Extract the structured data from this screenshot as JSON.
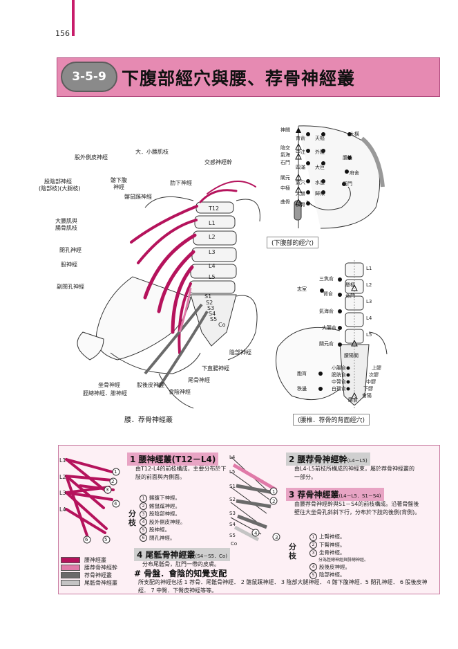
{
  "page": {
    "number": "156"
  },
  "header": {
    "badge": "3-5-9",
    "title": "下腹部經穴與腰、荐骨神經叢"
  },
  "colors": {
    "accent": "#c81c6a",
    "banner": "#e68ab2",
    "badge": "#8a8a8a",
    "panel": "#fdf0f5"
  },
  "main_figure": {
    "labels": {
      "lat_fem_cut": "股外側皮神經",
      "psoas": "大．小腰肌枝",
      "sympathetic": "交感神經幹",
      "genitofem1": "股陰部神經",
      "genitofem2": "(陰部枝)(大腿枝)",
      "ilioing1": "髂下腹",
      "ilioing2": "神經",
      "ilioinguinal": "髂鼠蹊神經",
      "subcostal": "肋下神經",
      "iliopsoas1": "大腰肌與",
      "iliopsoas2": "腸骨肌枝",
      "obturator": "閉孔神經",
      "femoral": "股神經",
      "acc_obturator": "副閉孔神經",
      "pudendal": "陰部神經",
      "inf_rectal": "下直腸神經",
      "coccygeal": "尾骨神經",
      "sciatic": "坐骨神經",
      "tibial_peroneal": "脛總神經．腓神經",
      "post_fem_cut": "股後皮神經",
      "perineal": "會陰神經"
    },
    "vertebrae": [
      "T12",
      "L1",
      "L2",
      "L3",
      "L4",
      "L5"
    ],
    "sacral": [
      "S1",
      "S2",
      "S3",
      "S4",
      "S5",
      "Co"
    ],
    "caption": "腰．荐骨神經叢"
  },
  "top_right": {
    "points_left": [
      "神闕",
      "陰交",
      "氣海",
      "石門",
      "關元",
      "中極",
      "曲骨"
    ],
    "points_mid": [
      "育俞",
      "中注",
      "四滿",
      "氣穴",
      "大赫",
      "橫骨"
    ],
    "points_mid2": [
      "天樞",
      "外陵",
      "大巨",
      "水道",
      "歸來"
    ],
    "points_right": [
      "大橫",
      "腹結",
      "府舍",
      "衝門"
    ],
    "caption": "(下腹部的經穴)"
  },
  "back_figure": {
    "points": [
      "三焦俞",
      "腎俞",
      "志室",
      "氣海俞",
      "大腸俞",
      "關元俞",
      "腰陽關",
      "命門",
      "懸樞",
      "小腸俞",
      "膀胱俞",
      "中膂俞",
      "白環俞",
      "胞肓",
      "秩邊",
      "腰俞",
      "上髎",
      "次髎",
      "中髎",
      "下髎",
      "會陽"
    ],
    "vertebrae": [
      "L1",
      "L2",
      "L3",
      "L4",
      "L5"
    ],
    "caption": "(腰椎．荐骨的背面經穴)"
  },
  "bottom": {
    "fig_labels": [
      "L1",
      "L2",
      "L3",
      "L4"
    ],
    "fig_numbers": [
      "1",
      "2",
      "3",
      "4",
      "5",
      "6"
    ],
    "right_fig_labels": [
      "L4",
      "L5",
      "S1",
      "S2",
      "S3",
      "S4",
      "S5",
      "Co"
    ],
    "right_fig_numbers": [
      "1",
      "2",
      "3",
      "4"
    ],
    "s1": {
      "title": "1 腰神經叢(T12－L4)",
      "desc": "由T12-L4的前枝構成，主要分布於下肢的前面與內側面。"
    },
    "s1_branches": [
      "髂腹下神經。",
      "髂鼠蹊神經。",
      "股陰部神經。",
      "股外側皮神經。",
      "股神經。",
      "閉孔神經。"
    ],
    "fenzhi": "分枝",
    "s2": {
      "title": "2 腰荐骨神經幹",
      "small": "(L4－L5)",
      "desc": "由L4-L5前枝所構成的神經束，屬於荐骨神經叢的一部分。"
    },
    "s3": {
      "title": "3 荐骨神經叢",
      "small": "(L4－L5．S1－S4)",
      "desc": "由腰荐骨神經幹與S1－S4的前枝構成。沿著骨盤後壁往大坐骨孔斜斜下行，分布於下肢的後側(背側)。"
    },
    "s3_branches": [
      "上臀神經。",
      "下臀神經。",
      "坐骨神經。",
      "分為脛總神經與腓總神經。",
      "股後皮神經。",
      "陰部神經。"
    ],
    "s4": {
      "title": "4 尾骶骨神經叢",
      "small": "(S4－S5．Co)",
      "desc": "分布尾骶骨，肛門一帶的皮膚。"
    },
    "hash_title": "# 骨盤．會陰的知覺支配",
    "hash_desc": "所支配的神經包括 1 荐骨．尾骶骨神經． 2 髂鼠蹊神經． 3 陰部大腿神經． 4 髂下腹神經．5 閉孔神經． 6 股後皮神經． 7 中臀．下臀皮神經等等。",
    "legend": [
      {
        "label": "腰神經叢",
        "color": "#b5135c"
      },
      {
        "label": "腰荐骨神經幹",
        "color": "#e07aa8"
      },
      {
        "label": "荐骨神經叢",
        "color": "#6a6a6a"
      },
      {
        "label": "尾骶骨神經叢",
        "color": "#c4c4c4"
      }
    ]
  }
}
